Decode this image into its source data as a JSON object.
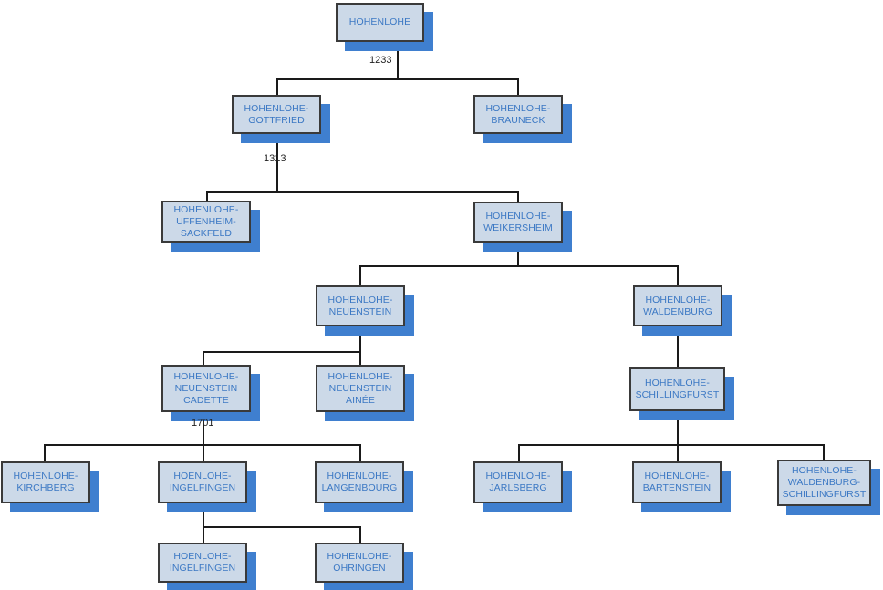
{
  "diagram": {
    "title": "Hohenlohe family branch tree",
    "type": "tree",
    "colors": {
      "box_fill": "#ccd9e8",
      "box_border": "#3a3a3a",
      "box_shadow": "#3f7fcf",
      "label_text": "#3b78c4",
      "edge_line": "#1a1a1a",
      "edge_label_text": "#222222",
      "background": "#ffffff"
    }
  },
  "nodes": {
    "hohenlohe": "HOHENLOHE",
    "gottfried": "HOHENLOHE-\nGOTTFRIED",
    "brauneck": "HOHENLOHE-\nBRAUNECK",
    "uffenheim_sackfeld": "HOHENLOHE-\nUFFENHEIM-\nSACKFELD",
    "weikersheim": "HOHENLOHE-\nWEIKERSHEIM",
    "neuenstein": "HOHENLOHE-\nNEUENSTEIN",
    "waldenburg": "HOHENLOHE-\nWALDENBURG",
    "neuenstein_cadette": "HOHENLOHE-\nNEUENSTEIN\nCADETTE",
    "neuenstein_ainee": "HOHENLOHE-\nNEUENSTEIN\nAINÉE",
    "schillingfurst": "HOHENLOHE-\nSCHILLINGFURST",
    "kirchberg": "HOHENLOHE-\nKIRCHBERG",
    "ingelfingen": "HOENLOHE-\nINGELFINGEN",
    "langenbourg": "HOHENLOHE-\nLANGENBOURG",
    "jarlsberg": "HOHENLOHE-\nJARLSBERG",
    "bartenstein": "HOHENLOHE-\nBARTENSTEIN",
    "waldenburg_schillingfurst": "HOHENLOHE-\nWALDENBURG-\nSCHILLINGFURST",
    "ingelfingen2": "HOENLOHE-\nINGELFINGEN",
    "ohringen": "HOHENLOHE-\nOHRINGEN"
  },
  "edge_labels": {
    "root_split": "1233",
    "gottfried_split": "1313",
    "cadette_split": "1701"
  }
}
